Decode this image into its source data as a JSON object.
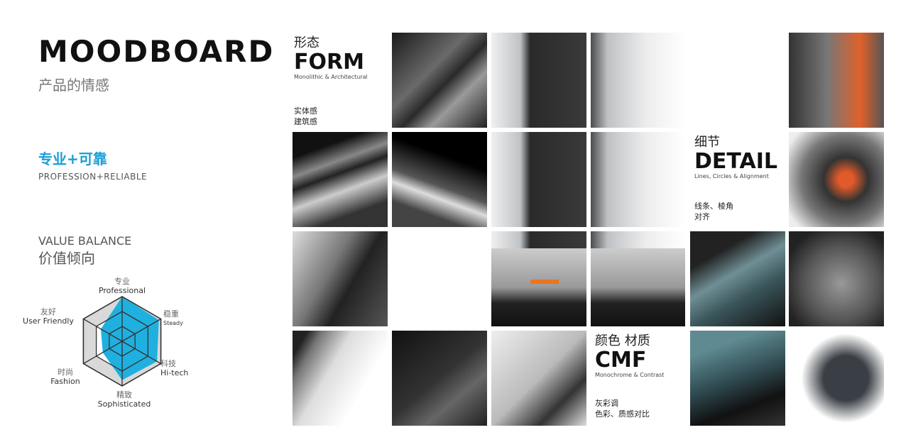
{
  "header": {
    "title": "MOODBOARD",
    "subtitle": "产品的情感"
  },
  "keywords": {
    "cn": "专业+可靠",
    "en": "PROFESSION+RELIABLE",
    "accent": "#1a9fd6"
  },
  "value_balance": {
    "title_en": "VALUE BALANCE",
    "title_cn": "价值倾向",
    "axes": [
      {
        "cn": "专业",
        "en": "Professional",
        "value": 1.0
      },
      {
        "cn": "稳重",
        "en": "Steady",
        "value": 0.95
      },
      {
        "cn": "科技",
        "en": "Hi-tech",
        "value": 0.9
      },
      {
        "cn": "精致",
        "en": "Sophisticated",
        "value": 0.87
      },
      {
        "cn": "时尚",
        "en": "Fashion",
        "value": 0.5
      },
      {
        "cn": "友好",
        "en": "User Friendly",
        "value": 0.55
      }
    ],
    "fill_color": "#1fb0e0"
  },
  "form": {
    "cn": "形态",
    "en": "FORM",
    "sub": "Monolithic & Architectural",
    "desc1": "实体感",
    "desc2": "建筑感"
  },
  "detail": {
    "cn": "细节",
    "en": "DETAIL",
    "sub": "Lines, Circles & Alignment",
    "desc1": "线条、棱角",
    "desc2": "对齐"
  },
  "cmf": {
    "cn": "颜色 材质",
    "en": "CMF",
    "sub": "Monochrome & Contrast",
    "desc1": "灰彩调",
    "desc2": "色彩、质感对比"
  }
}
